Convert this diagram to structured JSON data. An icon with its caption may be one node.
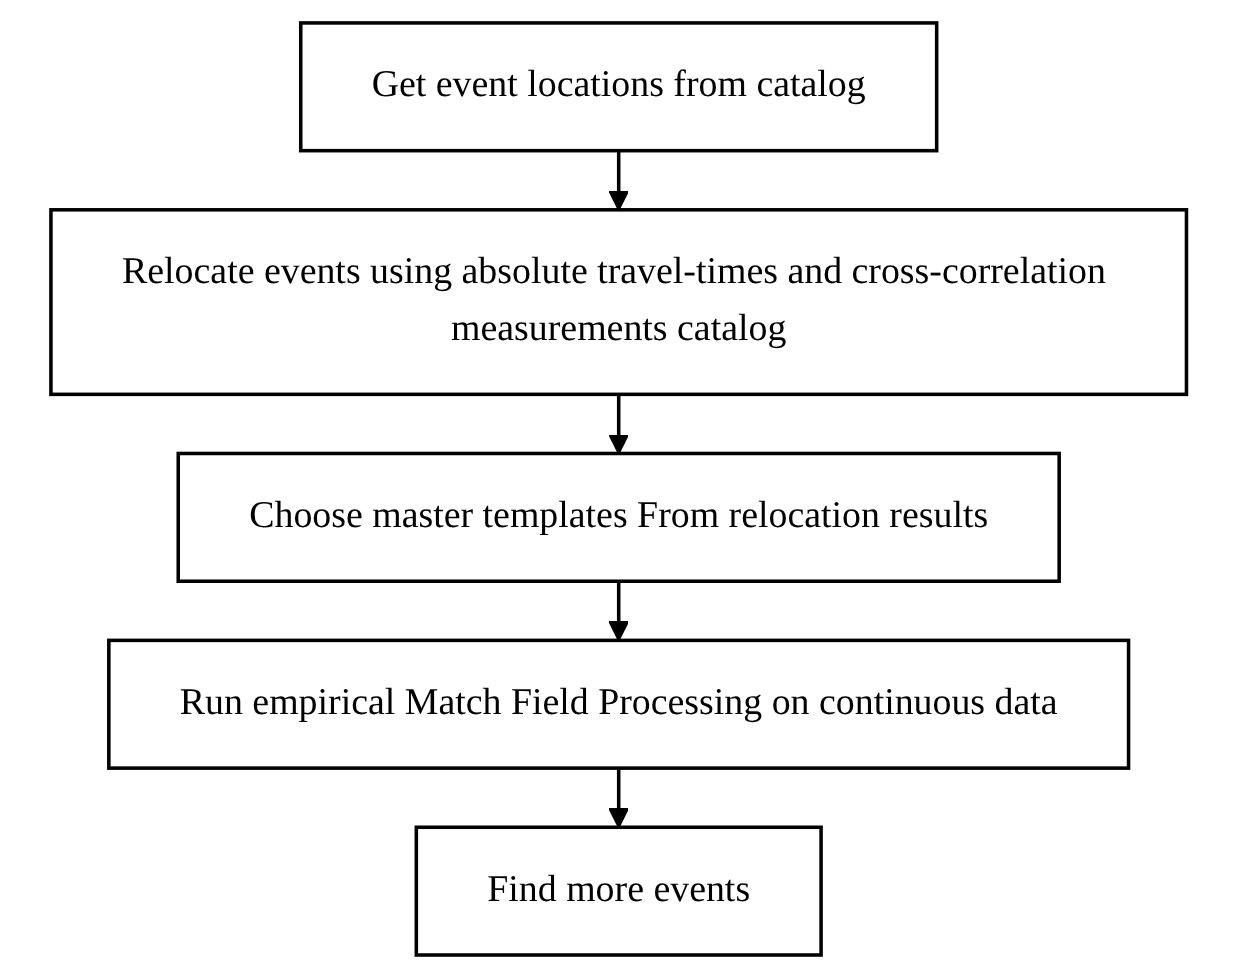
{
  "diagram": {
    "nodes": [
      {
        "text": [
          "Get event locations from catalog"
        ]
      },
      {
        "text": [
          "Relocate events using absolute travel-times and cross-correlation measurements catalog"
        ]
      },
      {
        "text": [
          "Choose master templates From relocation results"
        ]
      },
      {
        "text": [
          "Run empirical Match Field Processing on continuous data"
        ]
      },
      {
        "text": [
          "Find more events"
        ]
      }
    ],
    "edges": [
      {
        "from": 0,
        "to": 1,
        "arrow": "to"
      },
      {
        "from": 1,
        "to": 2,
        "arrow": "to"
      },
      {
        "from": 2,
        "to": 3,
        "arrow": "to"
      },
      {
        "from": 3,
        "to": 4,
        "arrow": "to"
      }
    ]
  }
}
